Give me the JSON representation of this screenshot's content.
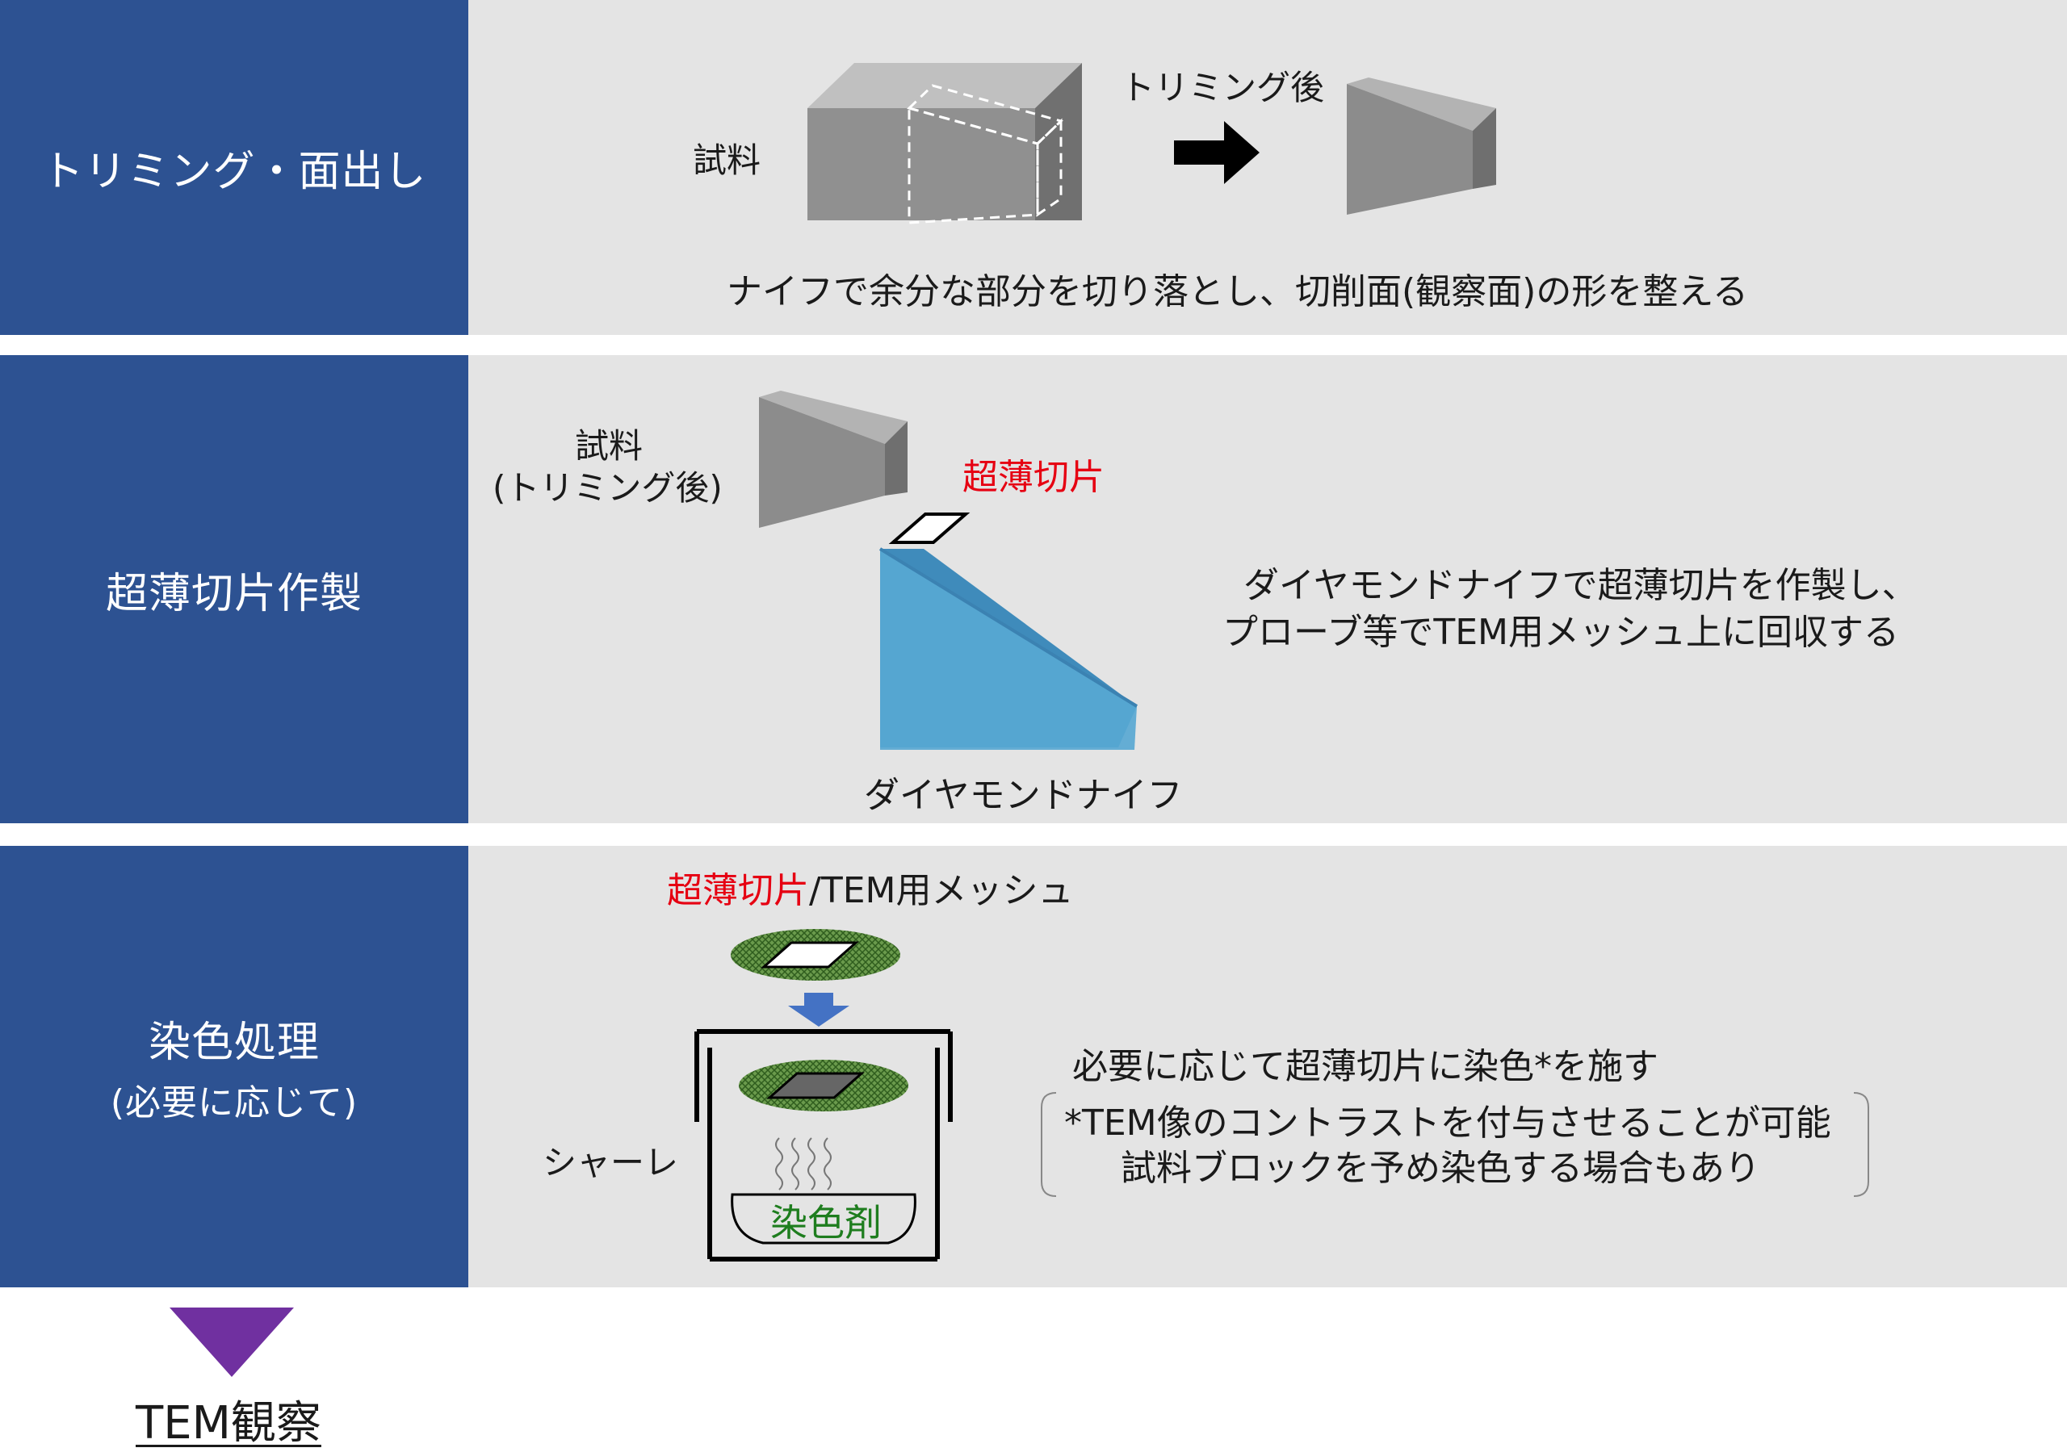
{
  "steps": [
    {
      "label": "トリミング・面出し",
      "specimen_label": "試料",
      "after_trim_label": "トリミング後",
      "description": "ナイフで余分な部分を切り落とし、切削面(観察面)の形を整える"
    },
    {
      "label": "超薄切片作製",
      "specimen_label_line1": "試料",
      "specimen_label_line2": "(トリミング後)",
      "section_label": "超薄切片",
      "knife_label": "ダイヤモンドナイフ",
      "description_line1": "ダイヤモンドナイフで超薄切片を作製し、",
      "description_line2": "プローブ等でTEM用メッシュ上に回収する"
    },
    {
      "label": "染色処理",
      "sublabel": "(必要に応じて)",
      "section_label": "超薄切片",
      "mesh_label": "/TEM用メッシュ",
      "dish_label": "シャーレ",
      "stain_label": "染色剤",
      "description": "必要に応じて超薄切片に染色*を施す",
      "note_line1": "*TEM像のコントラストを付与させることが可能",
      "note_line2": "試料ブロックを予め染色する場合もあり"
    }
  ],
  "final_step": "TEM観察",
  "colors": {
    "label_bg": "#2d5292",
    "panel_bg": "#e4e4e4",
    "highlight_red": "#e60012",
    "stain_green": "#1e7d1e",
    "knife_blue": "#4fa0cc",
    "flow_arrow": "#7030a0",
    "down_arrow": "#4472c4"
  },
  "icons": [
    "right-arrow-icon",
    "down-arrow-icon",
    "flow-arrow-icon",
    "steam-icon"
  ]
}
